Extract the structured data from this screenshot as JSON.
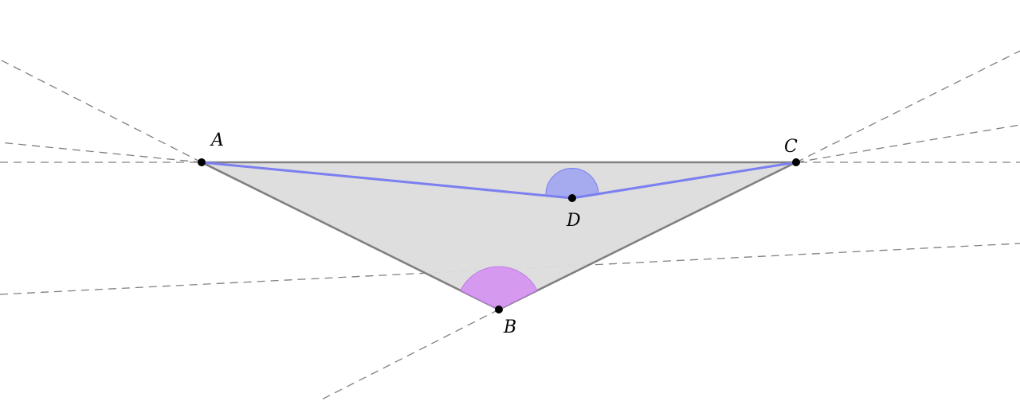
{
  "points": [
    {
      "id": "A",
      "label": "A"
    },
    {
      "id": "B",
      "label": "B"
    },
    {
      "id": "C",
      "label": "C"
    },
    {
      "id": "D",
      "label": "D"
    }
  ],
  "colors": {
    "triangle_fill": "#dcdcdc",
    "triangle_stroke": "#808080",
    "blue_line": "#7b7ff0",
    "angle_B_fill": "#d699f0",
    "angle_D_fill": "#a6abf0",
    "dashed_line": "#808080",
    "point": "#000000"
  }
}
